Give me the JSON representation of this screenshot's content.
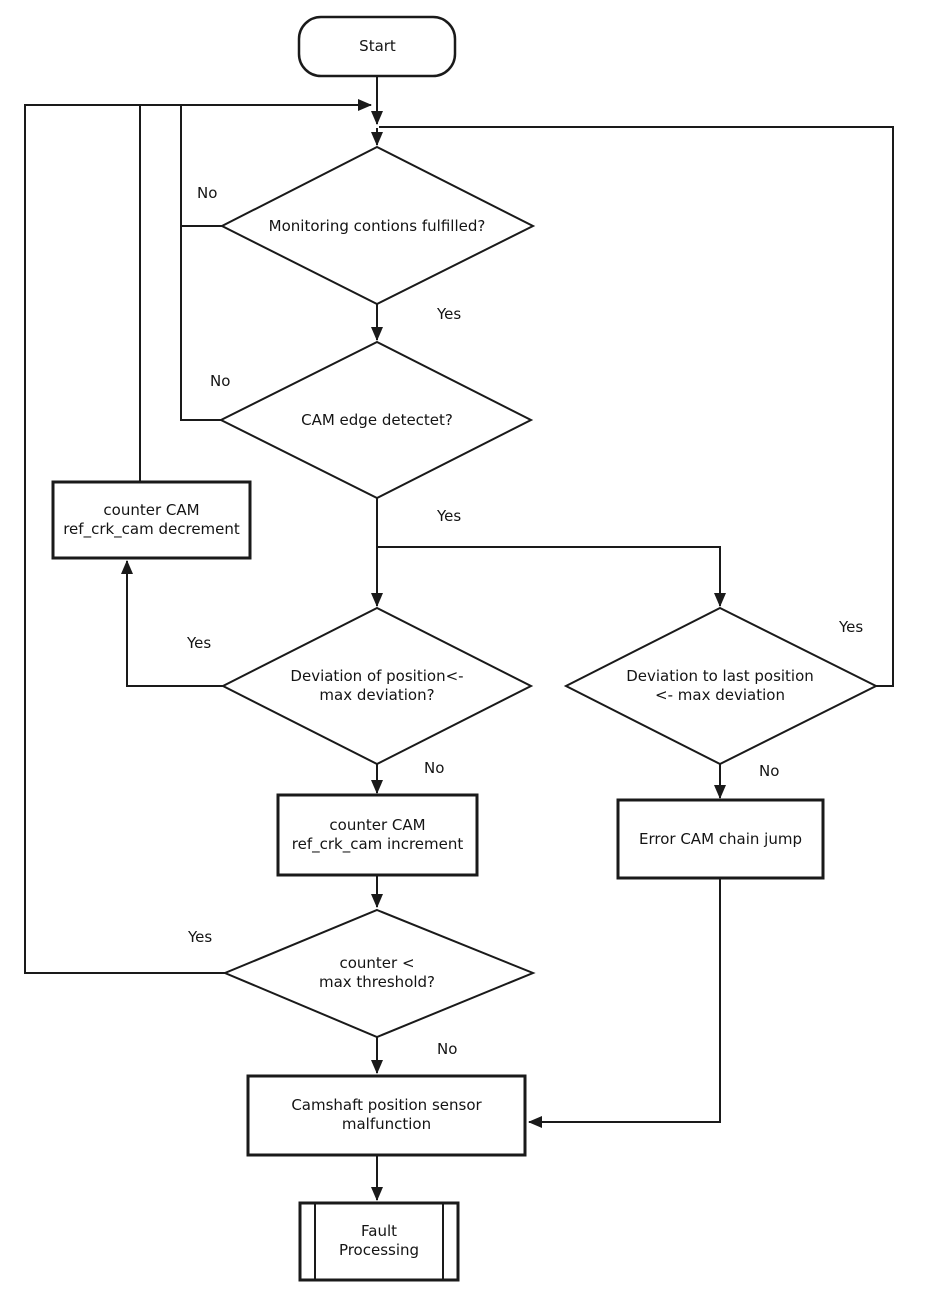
{
  "diagram": {
    "background_color": "#ffffff",
    "line_color": "#1a1a1a",
    "nodes": {
      "start": {
        "label": "Start"
      },
      "monitoring": {
        "label": "Monitoring contions fulfilled?"
      },
      "cam_edge": {
        "label": "CAM edge detectet?"
      },
      "counter_decrement": {
        "line1": "counter CAM",
        "line2": "ref_crk_cam decrement"
      },
      "deviation_position": {
        "line1": "Deviation of position<-",
        "line2": "max deviation?"
      },
      "deviation_last": {
        "line1": "Deviation to last position",
        "line2": "<- max deviation"
      },
      "counter_increment": {
        "line1": "counter CAM",
        "line2": "ref_crk_cam increment"
      },
      "error_cam_chain": {
        "label": "Error CAM chain jump"
      },
      "counter_threshold": {
        "line1": "counter <",
        "line2": "max threshold?"
      },
      "malfunction": {
        "line1": "Camshaft position sensor",
        "line2": "malfunction"
      },
      "fault_processing": {
        "line1": "Fault",
        "line2": "Processing"
      }
    },
    "edge_labels": {
      "monitoring_no": "No",
      "monitoring_yes": "Yes",
      "cam_edge_no": "No",
      "cam_edge_yes": "Yes",
      "deviation_position_yes": "Yes",
      "deviation_position_no": "No",
      "deviation_last_yes": "Yes",
      "deviation_last_no": "No",
      "counter_threshold_yes": "Yes",
      "counter_threshold_no": "No"
    }
  }
}
